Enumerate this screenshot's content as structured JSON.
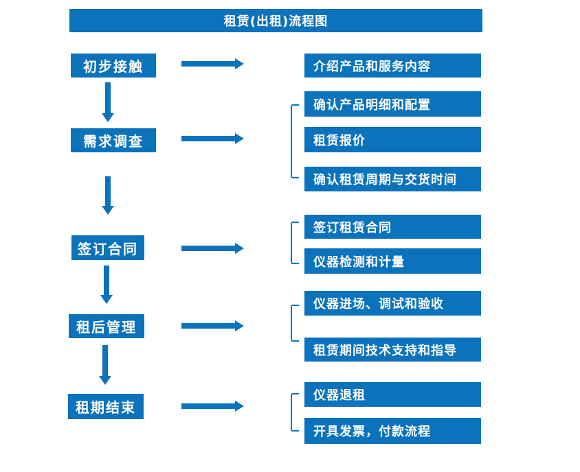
{
  "colors": {
    "primary": "#0b72bc",
    "text_on_primary": "#ffffff",
    "background": "#ffffff"
  },
  "flow": {
    "title": "租赁(出租)流程图",
    "stages": [
      {
        "label": "初步接触",
        "outputs": [
          "介绍产品和服务内容"
        ]
      },
      {
        "label": "需求调查",
        "outputs": [
          "确认产品明细和配置",
          "租赁报价",
          "确认租赁周期与交货时间"
        ]
      },
      {
        "label": "签订合同",
        "outputs": [
          "签订租赁合同",
          "仪器检测和计量"
        ]
      },
      {
        "label": "租后管理",
        "outputs": [
          "仪器进场、调试和验收",
          "租赁期间技术支持和指导"
        ]
      },
      {
        "label": "租期结束",
        "outputs": [
          "仪器退租",
          "开具发票，付款流程"
        ]
      }
    ]
  }
}
